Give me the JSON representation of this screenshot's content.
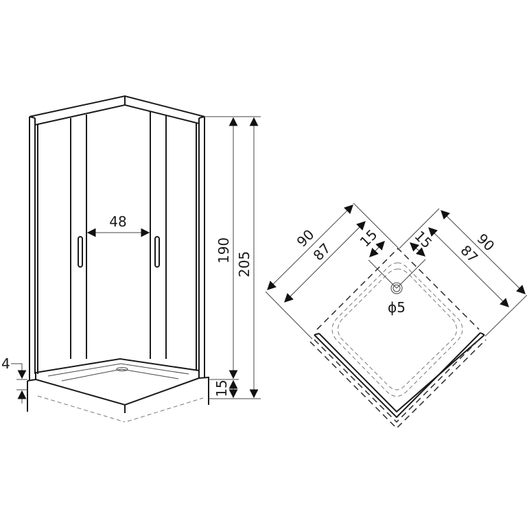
{
  "elevation": {
    "door_opening": "48",
    "inner_height": "190",
    "total_height": "205",
    "tray_height": "15",
    "tray_lip": "4"
  },
  "plan": {
    "outer_left": "90",
    "inner_left": "87",
    "drain_offset_left": "15",
    "drain_offset_right": "15",
    "outer_right": "90",
    "inner_right": "87",
    "drain_diameter": "ϕ5"
  }
}
